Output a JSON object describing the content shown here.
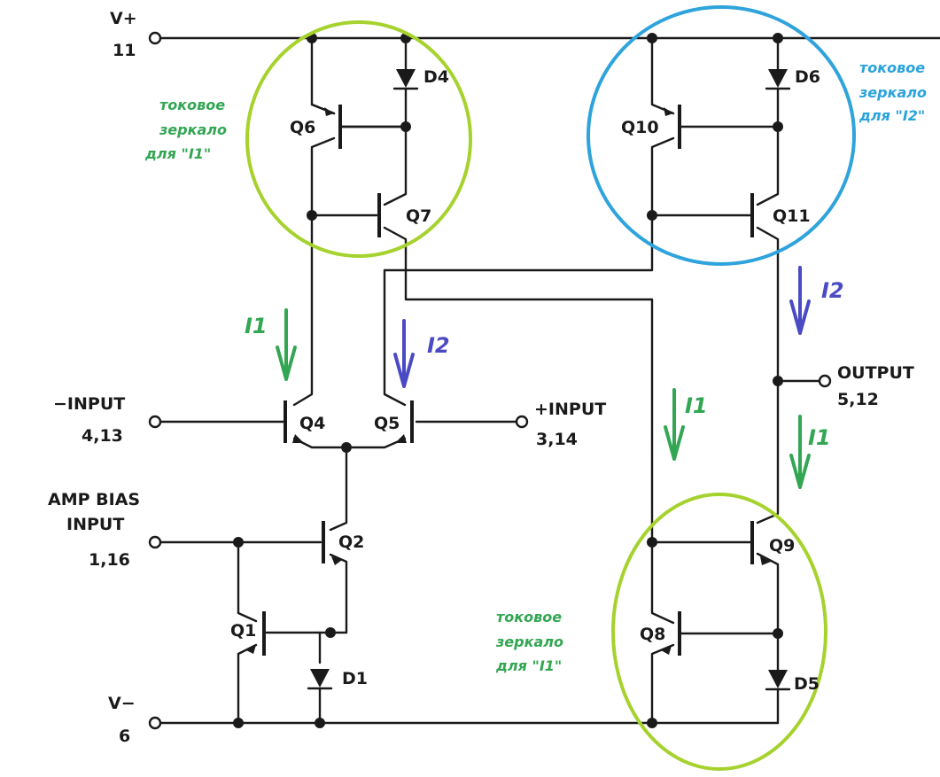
{
  "pins": {
    "vplus_name": "V+",
    "vplus_num": "11",
    "vminus_name": "V−",
    "vminus_num": "6",
    "minus_input_name": "−INPUT",
    "minus_input_num": "4,13",
    "plus_input_name": "+INPUT",
    "plus_input_num": "3,14",
    "amp_bias_line1": "AMP BIAS",
    "amp_bias_line2": "INPUT",
    "amp_bias_num": "1,16",
    "output_name": "OUTPUT",
    "output_num": "5,12"
  },
  "components": {
    "q1": "Q1",
    "q2": "Q2",
    "q4": "Q4",
    "q5": "Q5",
    "q6": "Q6",
    "q7": "Q7",
    "q8": "Q8",
    "q9": "Q9",
    "q10": "Q10",
    "q11": "Q11",
    "d1": "D1",
    "d4": "D4",
    "d5": "D5",
    "d6": "D6"
  },
  "annotations": {
    "mirror_q6q7": [
      "токовое",
      "зеркало",
      "для \"I1\""
    ],
    "mirror_q10q11": [
      "токовое",
      "зеркало",
      "для \"I2\""
    ],
    "mirror_q8q9": [
      "токовое",
      "зеркало",
      "для \"I1\""
    ]
  },
  "currents": {
    "i1": "I1",
    "i2": "I2"
  },
  "colors": {
    "wire": "#1a1a1a",
    "mirror_i1": "#a6d22e",
    "mirror_i2": "#2ea3dc",
    "note_i1": "#33a653",
    "note_i2": "#29a3dc",
    "arrow_i1": "#33a653",
    "arrow_i2": "#4a4ac4"
  }
}
